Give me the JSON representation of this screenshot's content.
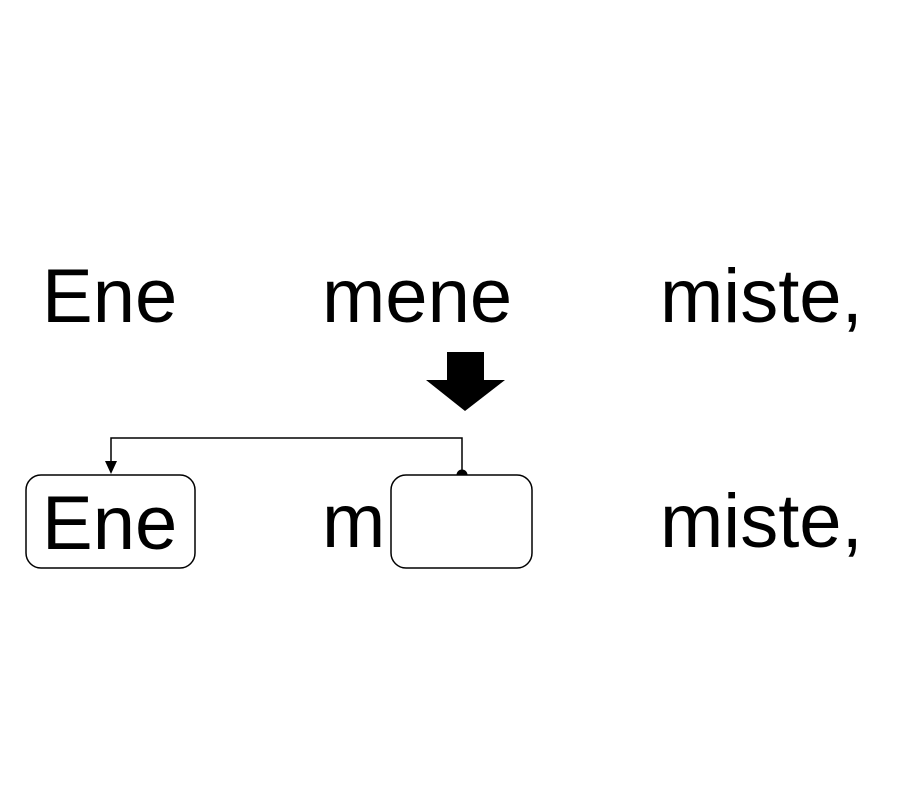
{
  "diagram": {
    "source_line": {
      "word_1": "Ene",
      "word_2": "mene",
      "word_3": "miste,"
    },
    "result_line": {
      "word_1": "Ene",
      "word_2_remaining": "m",
      "word_3": "miste,"
    },
    "colors": {
      "text": "#000000",
      "line": "#000000",
      "box_border": "#000000",
      "box_fill": "#ffffff",
      "background": "#ffffff"
    },
    "icons": {
      "transform_arrow": "down-arrow-icon",
      "reference_arrow": "pointer-arrow-icon"
    }
  }
}
